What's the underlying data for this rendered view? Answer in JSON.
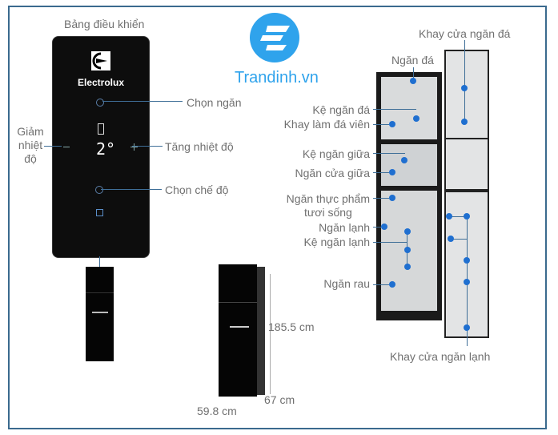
{
  "brand": {
    "watermark": "Trandinh.vn",
    "logo_color": "#2fa3ec",
    "panel_brand": "Electrolux"
  },
  "control_panel": {
    "title": "Bảng điều khiển",
    "display_temp": "2°",
    "labels": {
      "select_compartment": "Chọn ngăn",
      "decrease_temp_1": "Giảm",
      "decrease_temp_2": "nhiệt",
      "decrease_temp_3": "độ",
      "increase_temp": "Tăng nhiệt độ",
      "select_mode": "Chọn chế độ"
    }
  },
  "dimensions": {
    "height": "185.5 cm",
    "depth": "67 cm",
    "width": "59.8 cm"
  },
  "parts": {
    "freezer_door_tray": "Khay cửa ngăn đá",
    "freezer": "Ngăn đá",
    "freezer_shelf": "Kệ ngăn đá",
    "ice_tray": "Khay làm đá viên",
    "middle_shelf": "Kệ ngăn giữa",
    "middle_drawer": "Ngăn cửa giữa",
    "fresh_food_1": "Ngăn thực phẩm",
    "fresh_food_2": "tươi sống",
    "fridge": "Ngăn lạnh",
    "fridge_shelf": "Kệ ngăn lạnh",
    "vegetable": "Ngăn rau",
    "fridge_door_tray": "Khay cửa ngăn lạnh"
  },
  "colors": {
    "frame": "#3a6a8e",
    "leader": "#3f6f98",
    "dot": "#1f6fd0"
  }
}
